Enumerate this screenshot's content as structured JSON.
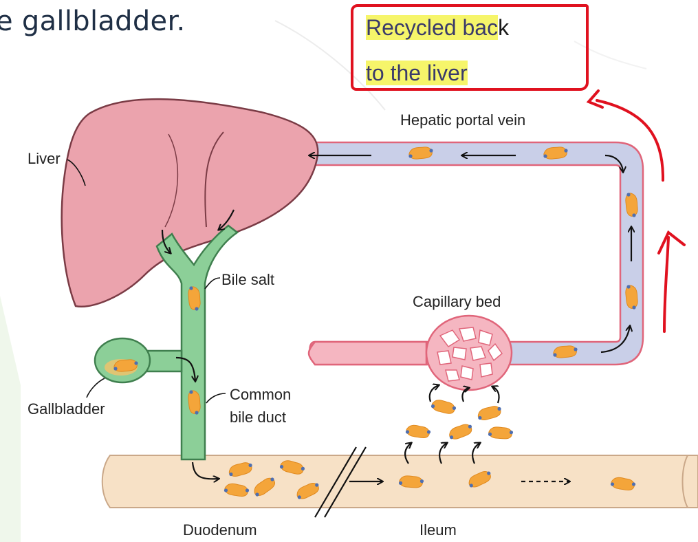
{
  "slide": {
    "title_fragment": "e gallbladder."
  },
  "callout": {
    "line1_highlighted": "Recycled bac",
    "line1_rest": "k",
    "line2_highlighted": "to the liver"
  },
  "labels": {
    "hepatic_portal_vein": "Hepatic portal vein",
    "liver": "Liver",
    "bile_salt": "Bile salt",
    "capillary_bed": "Capillary bed",
    "gallbladder": "Gallbladder",
    "common_bile_duct_line1": "Common",
    "common_bile_duct_line2": "bile duct",
    "duodenum": "Duodenum",
    "ileum": "Ileum"
  },
  "colors": {
    "liver": "#eba3ad",
    "bile_duct": "#8ccf98",
    "vein_fill": "#c9cfe8",
    "vein_border": "#e0657a",
    "intestine": "#f7e1c6",
    "bile_salt": "#f4a53a",
    "annotation": "#e0111f",
    "highlight": "#f6f56a"
  }
}
